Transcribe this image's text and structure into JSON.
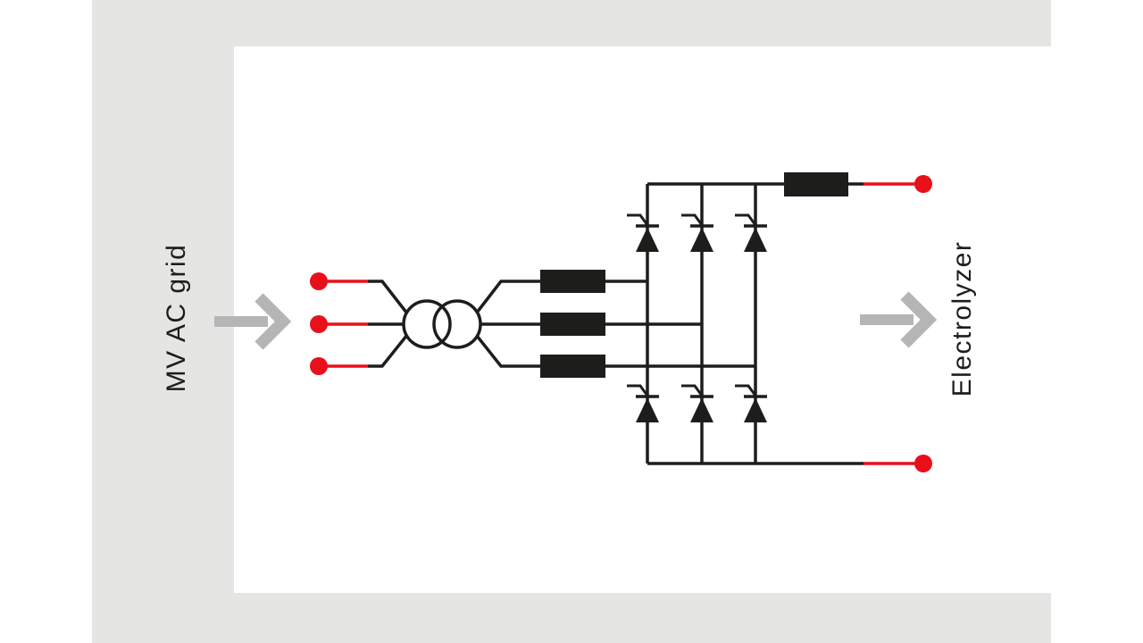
{
  "diagram": {
    "source_label": "MV AC grid",
    "target_label": "Electrolyzer",
    "flow_direction": "left-to-right",
    "components": {
      "ac_terminals": 3,
      "transformer": "two-winding transformer (two overlapping circles)",
      "line_reactors": 3,
      "thyristors": 6,
      "dc_reactor": 1,
      "dc_terminals": 2
    }
  },
  "colors": {
    "outer-bg": "#ffffff",
    "mat-bg": "#e5e5e4",
    "canvas-bg": "#ffffff",
    "line": "#1d1d1b",
    "red": "#e8101a",
    "arrow-gray": "#b5b5b5",
    "text": "#1d1d1b"
  }
}
